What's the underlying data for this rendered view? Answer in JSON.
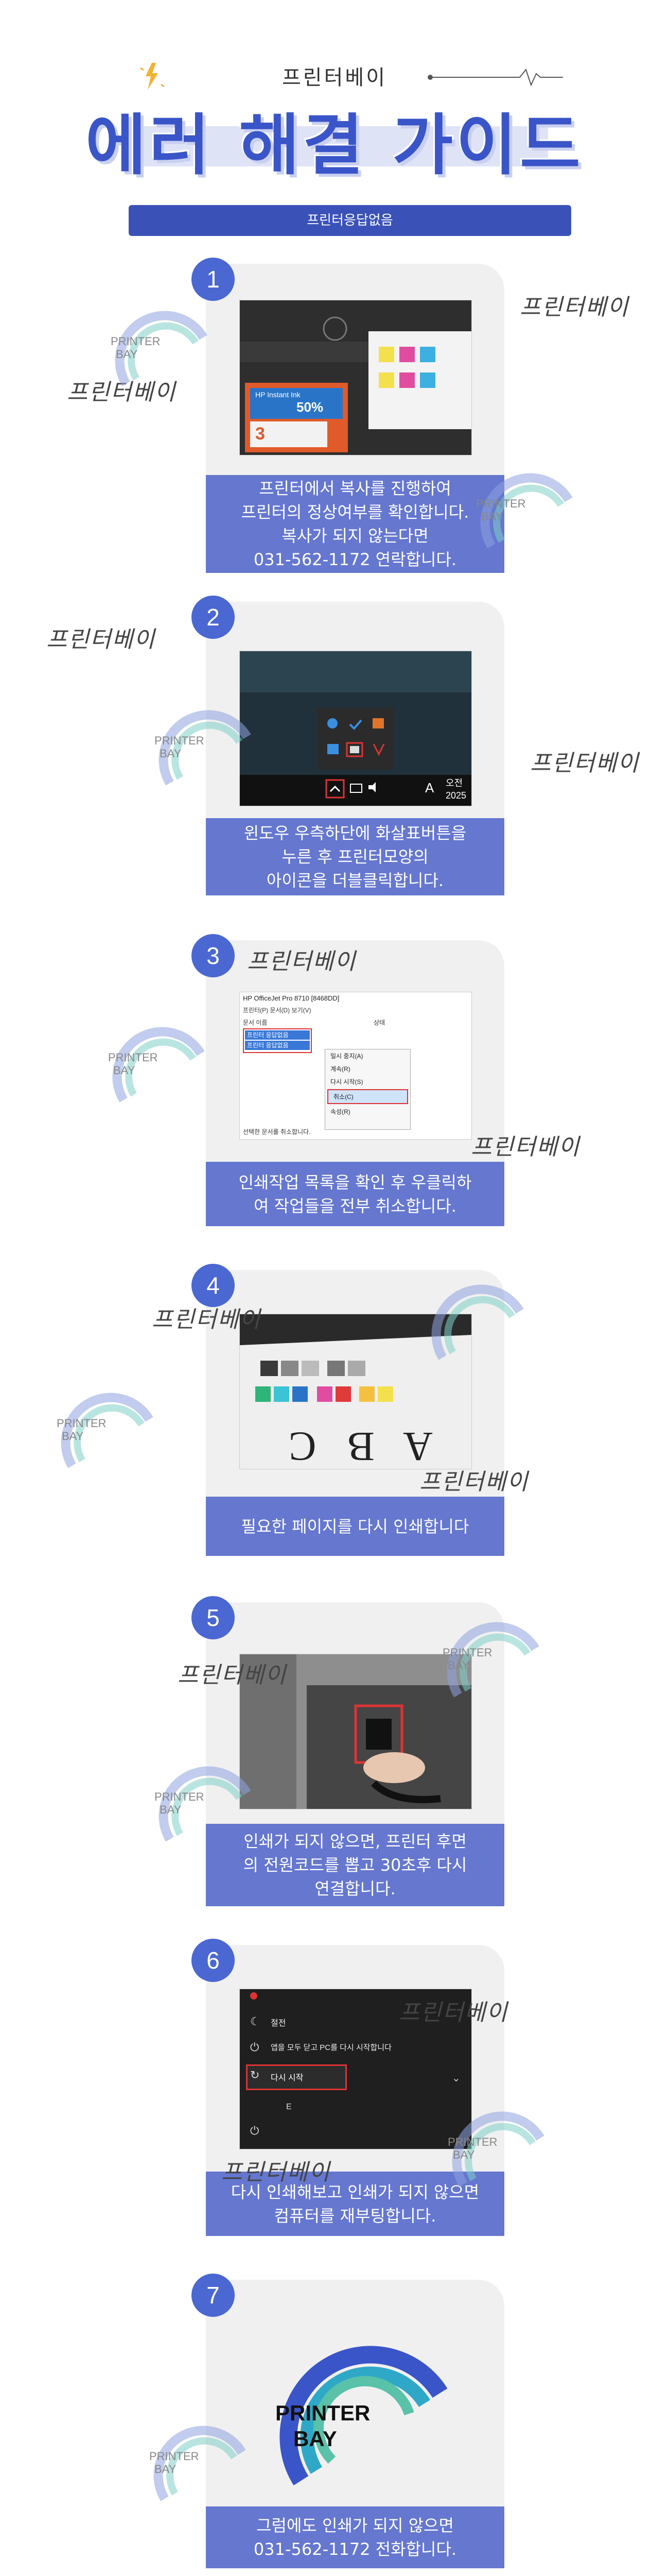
{
  "header": {
    "brand": "프린터베이",
    "title": "에러 해결 가이드",
    "subtitle": "프린터응답없음"
  },
  "watermark": {
    "text": "프린터베이",
    "logo_line1": "PRINTER",
    "logo_line2": "BAY"
  },
  "steps": [
    {
      "number": "1",
      "caption": [
        "프린터에서 복사를 진행하여",
        "프린터의 정상여부를 확인합니다.",
        "복사가 되지 않는다면",
        "031-562-1172 연락합니다."
      ],
      "photo": {
        "ink_brand": "HP Instant Ink",
        "ink_percent": "50%",
        "ink_number": "3"
      }
    },
    {
      "number": "2",
      "caption": [
        "윈도우 우측하단에 화살표버튼을",
        "누른 후 프린터모양의",
        "아이콘을 더블클릭합니다."
      ],
      "photo": {
        "clock_line1": "오전",
        "clock_line2": "2025",
        "lang": "A"
      }
    },
    {
      "number": "3",
      "caption": [
        "인쇄작업 목록을 확인 후 우클릭하",
        "여 작업들을 전부 취소합니다."
      ],
      "photo": {
        "window_title": "HP OfficeJet Pro 8710 [8468DD]",
        "menu_bar": "프린터(P)   문서(D)   보기(V)",
        "col_doc": "문서 이름",
        "col_status": "상태",
        "job1": "프린터 응답없음",
        "job2": "프린터 응답없음",
        "menu_items": [
          "일시 중지(A)",
          "계속(R)",
          "다시 시작(S)",
          "취소(C)",
          "속성(R)"
        ],
        "status_bar": "선택한 문서를 취소합니다."
      }
    },
    {
      "number": "4",
      "caption": [
        "필요한 페이지를 다시 인쇄합니다"
      ],
      "photo": {
        "letters": "A B C"
      }
    },
    {
      "number": "5",
      "caption": [
        "인쇄가 되지 않으면, 프린터 후면",
        "의 전원코드를 뽑고 30초후 다시",
        "연결합니다."
      ],
      "photo": {}
    },
    {
      "number": "6",
      "caption": [
        "다시 인쇄해보고 인쇄가 되지 않으면",
        "컴퓨터를 재부팅합니다."
      ],
      "photo": {
        "item_sleep": "절전",
        "item_shutdown": "앱을 모두 닫고 PC를 다시 시작합니다",
        "item_restart": "다시 시작",
        "item_e": "E"
      }
    },
    {
      "number": "7",
      "caption": [
        "그럼에도 인쇄가 되지 않으면",
        "031-562-1172 전화합니다."
      ],
      "photo": {
        "logo_line1": "PRINTER",
        "logo_line2": "BAY"
      }
    }
  ],
  "colors": {
    "accent": "#3a55c8",
    "caption_bg": "#6577cf",
    "card_bg": "#f0f0f0",
    "badge": "#4a67d2"
  }
}
